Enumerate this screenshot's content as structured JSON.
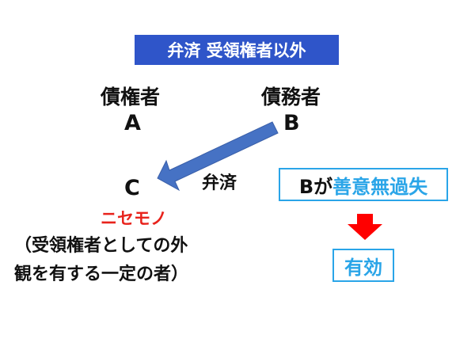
{
  "title": "弁済 受領権者以外",
  "creditor": {
    "label": "債権者",
    "letter": "A"
  },
  "debtor": {
    "label": "債務者",
    "letter": "B"
  },
  "third_party": {
    "letter": "C",
    "label": "ニセモノ"
  },
  "payment_label": "弁済",
  "description": {
    "line1": "（受領権者としての外",
    "line2": "観を有する一定の者）"
  },
  "condition": {
    "prefix": "Bが",
    "highlight": "善意無過失"
  },
  "result": "有効",
  "colors": {
    "title_bg": "#2f55c9",
    "accent_blue": "#2aa5e8",
    "red": "#e8231c",
    "arrow_blue": "#4672c4"
  }
}
